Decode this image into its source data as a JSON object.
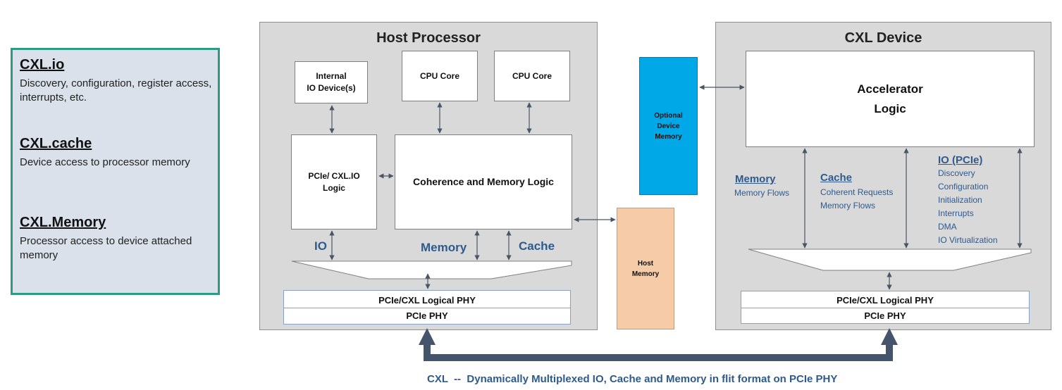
{
  "legend": {
    "io_title": "CXL.io",
    "io_desc": "Discovery, configuration, register access, interrupts, etc.",
    "cache_title": "CXL.cache",
    "cache_desc": "Device access to processor memory",
    "mem_title": "CXL.Memory",
    "mem_desc": "Processor access to device attached memory"
  },
  "host": {
    "title": "Host Processor",
    "internal_io": [
      "Internal",
      "IO Device(s)"
    ],
    "cpu_core_1": "CPU Core",
    "cpu_core_2": "CPU Core",
    "pcie_logic": [
      "PCIe/ CXL.IO",
      "Logic"
    ],
    "coherence": "Coherence and Memory Logic",
    "label_io": "IO",
    "label_memory": "Memory",
    "label_cache": "Cache",
    "phy_logical": "PCIe/CXL Logical PHY",
    "phy": "PCIe PHY"
  },
  "optional_memory": [
    "Optional",
    "Device",
    "Memory"
  ],
  "host_memory": [
    "Host",
    "Memory"
  ],
  "device": {
    "title": "CXL Device",
    "accelerator": [
      "Accelerator",
      "Logic"
    ],
    "memory_heading": "Memory",
    "memory_sub": "Memory Flows",
    "cache_heading": "Cache",
    "cache_sub": [
      "Coherent Requests",
      "Memory Flows"
    ],
    "io_heading": "IO (PCIe)",
    "io_sub": [
      "Discovery",
      "Configuration",
      "Initialization",
      "Interrupts",
      "DMA",
      "IO Virtualization"
    ],
    "phy_logical": "PCIe/CXL Logical PHY",
    "phy": "PCIe PHY"
  },
  "caption": "CXL  --  Dynamically Multiplexed IO, Cache and Memory in flit format on PCIe PHY",
  "colors": {
    "legend_border": "#2f9a82",
    "legend_bg": "#dbe1ea",
    "panel_bg": "#d9d9d9",
    "optional_memory": "#00a8e8",
    "host_memory": "#f6cba8",
    "label_blue": "#2f5a8c",
    "link_arrow": "#44546a"
  }
}
